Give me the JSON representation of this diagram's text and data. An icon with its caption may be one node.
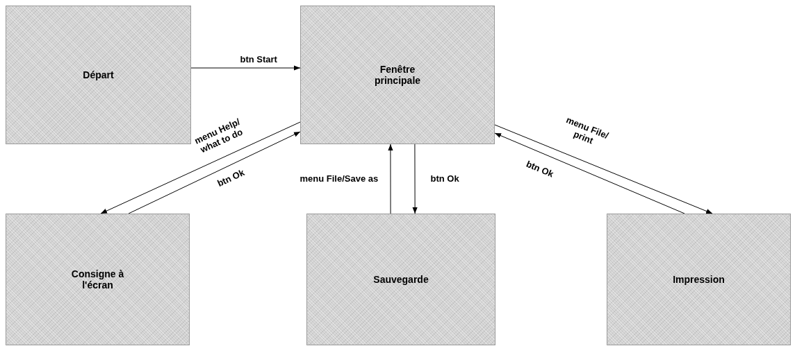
{
  "diagram": {
    "nodes": [
      {
        "text": [
          "Départ"
        ]
      },
      {
        "text": [
          "Fenêtre principale"
        ]
      },
      {
        "text": [
          "Consigne à l'écran"
        ]
      },
      {
        "text": [
          "Sauvegarde"
        ]
      },
      {
        "text": [
          "Impression"
        ]
      }
    ],
    "edges": [
      {
        "from": 0,
        "to": 1,
        "arrow": "to",
        "label": "btn Start"
      },
      {
        "from": 1,
        "to": 2,
        "arrow": "to",
        "label": "menu Help/ what to do"
      },
      {
        "from": 2,
        "to": 1,
        "arrow": "to",
        "label": "btn Ok"
      },
      {
        "from": 3,
        "to": 1,
        "arrow": "to",
        "label": "menu File/Save as"
      },
      {
        "from": 1,
        "to": 3,
        "arrow": "to",
        "label": "btn Ok"
      },
      {
        "from": 1,
        "to": 4,
        "arrow": "to",
        "label": "menu File/ print"
      },
      {
        "from": 4,
        "to": 1,
        "arrow": "to",
        "label": "btn Ok"
      }
    ]
  }
}
